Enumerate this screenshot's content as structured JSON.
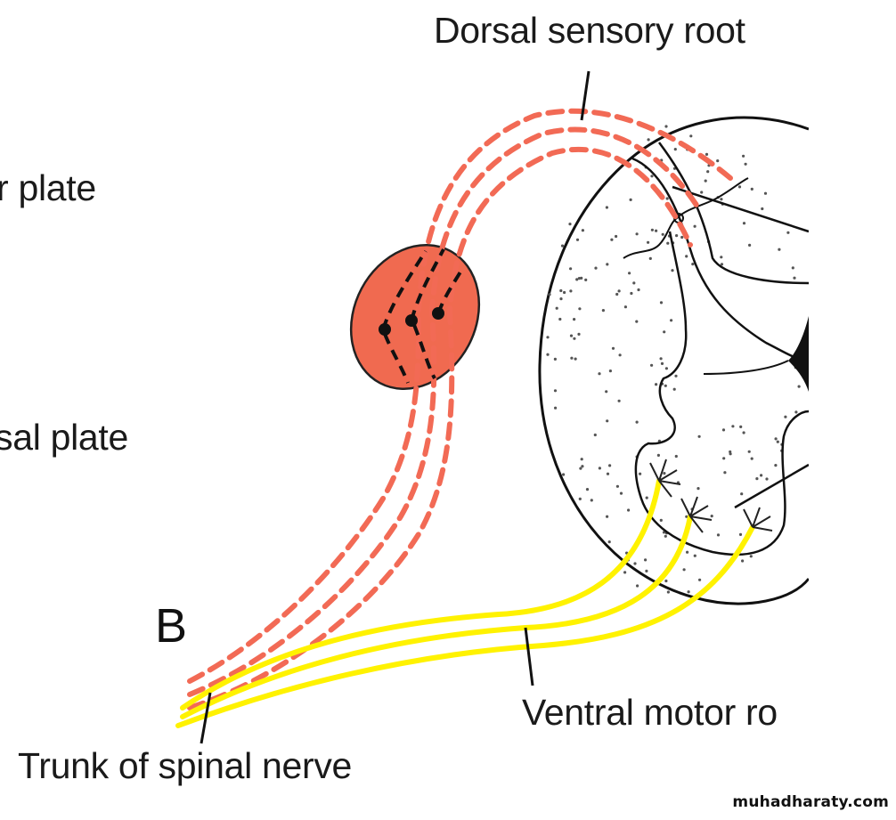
{
  "figure": {
    "panel_label": "B",
    "labels": {
      "dorsal_sensory_root": "Dorsal sensory root",
      "alar_plate": "r plate",
      "basal_plate": "sal plate",
      "ventral_motor_root": "Ventral motor ro",
      "trunk_of_spinal_nerve": "Trunk of spinal nerve"
    },
    "structures": [
      "spinal cord cross-section",
      "dorsal root ganglion",
      "sensory fibers (dashed)",
      "motor fibers",
      "motor neurons in ventral horn"
    ],
    "colors": {
      "sensory_fiber": "#f26a55",
      "ganglion_fill": "#f06a50",
      "motor_fiber": "#fff200",
      "outline": "#111111",
      "background": "#ffffff"
    }
  },
  "watermark": "muhadharaty.com"
}
